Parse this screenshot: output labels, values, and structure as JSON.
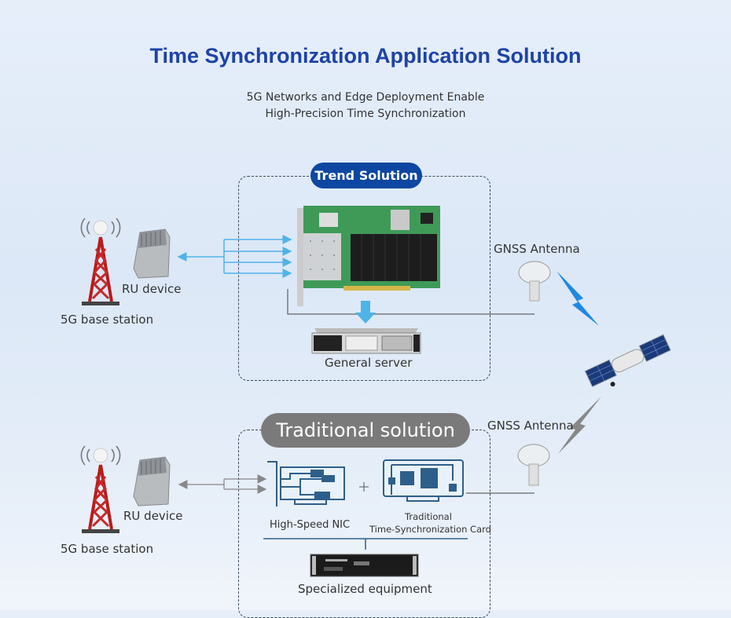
{
  "header": {
    "title": "Time Synchronization Application Solution",
    "subtitle_line1": "5G Networks and Edge Deployment Enable",
    "subtitle_line2": "High-Precision Time Synchronization"
  },
  "trend": {
    "badge": "Trend Solution",
    "ru_label": "RU device",
    "station_label": "5G base station",
    "server_label": "General server",
    "gnss_label": "GNSS Antenna"
  },
  "traditional": {
    "badge": "Traditional solution",
    "ru_label": "RU device",
    "station_label": "5G base station",
    "nic_label": "High-Speed NIC",
    "card_label_line1": "Traditional",
    "card_label_line2": "Time-Synchronization Card",
    "equipment_label": "Specialized equipment",
    "gnss_label": "GNSS Antenna"
  },
  "colors": {
    "title": "#1e43a6",
    "trend_badge": "#0d47a1",
    "traditional_badge": "#7a7a7a",
    "arrow_blue": "#4fb3e8",
    "icon_blue": "#2e5f8a"
  }
}
